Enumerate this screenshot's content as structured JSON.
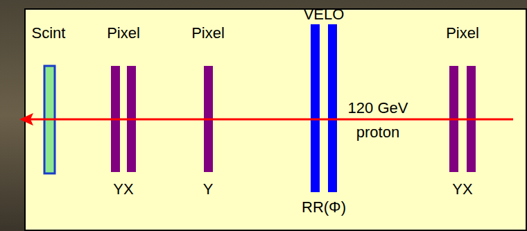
{
  "diagram": {
    "labels": [
      "Scint",
      "Pixel",
      "Pixel",
      "VELO",
      "120 GeV",
      "proton",
      "Pixel",
      "YX",
      "Y",
      "RR(Φ)",
      "YX"
    ]
  }
}
